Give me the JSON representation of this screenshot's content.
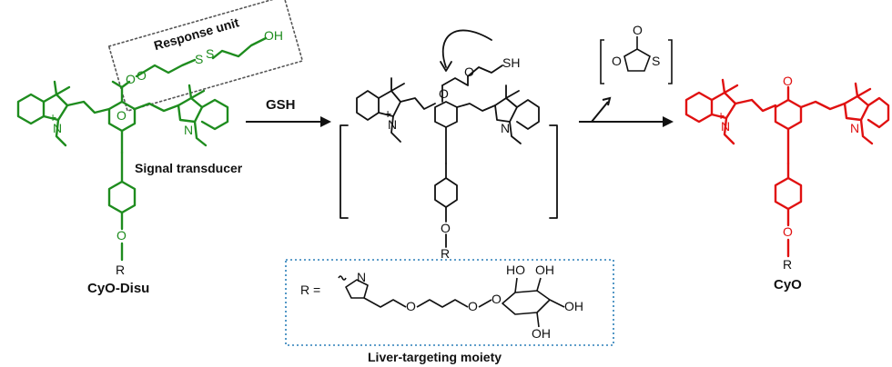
{
  "labels": {
    "response_unit": "Response unit",
    "signal_transducer": "Signal transducer",
    "cyo_disu": "CyO-Disu",
    "gsh": "GSH",
    "cyo": "CyO",
    "liver_moiety": "Liver-targeting moiety",
    "r_equals": "R ="
  },
  "atoms": {
    "O": "O",
    "OH": "OH",
    "S": "S",
    "SH": "SH",
    "N": "N",
    "N_plus": "N",
    "plus": "+",
    "R": "R",
    "HO": "HO"
  },
  "colors": {
    "green": "#1e8c1e",
    "black": "#111111",
    "red": "#e01010",
    "dotted_gray": "#555555",
    "dotted_blue": "#2a7fb8"
  }
}
